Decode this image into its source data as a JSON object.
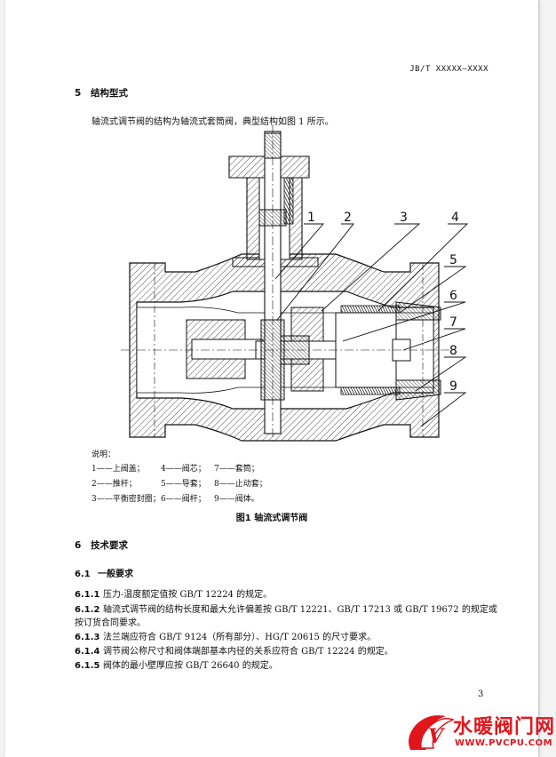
{
  "header": {
    "standard_code": "JB/T XXXXX—XXXX"
  },
  "section5": {
    "number": "5",
    "title": "结构型式",
    "intro": "轴流式调节阀的结构为轴流式套筒阀，典型结构如图 1 所示。"
  },
  "figure": {
    "labels": [
      "1",
      "2",
      "3",
      "4",
      "5",
      "6",
      "7",
      "8",
      "9"
    ],
    "legend_title": "说明：",
    "legend": [
      [
        "1——上阀盖；",
        "4——阀芯；",
        "7——套筒；"
      ],
      [
        "2——推杆；",
        "5——导套；",
        "8——止动套；"
      ],
      [
        "3——平衡密封圈；",
        "6——阀杆；",
        "9——阀体。"
      ]
    ],
    "caption": "图1   轴流式调节阀"
  },
  "section6": {
    "number": "6",
    "title": "技术要求",
    "sub": {
      "number": "6.1",
      "title": "一般要求"
    },
    "clauses": [
      {
        "number": "6.1.1",
        "text": "压力-温度额定值按 GB/T 12224 的规定。"
      },
      {
        "number": "6.1.2",
        "text": "轴流式调节阀的结构长度和最大允许偏差按 GB/T 12221、GB/T 17213 或 GB/T 19672 的规定或",
        "cont": "按订货合同要求。"
      },
      {
        "number": "6.1.3",
        "text": "法兰端应符合 GB/T 9124（所有部分）、HG/T 20615 的尺寸要求。"
      },
      {
        "number": "6.1.4",
        "text": "调节阀公称尺寸和阀体端部基本内径的关系应符合 GB/T 12224 的规定。"
      },
      {
        "number": "6.1.5",
        "text": "阀体的最小壁厚应按 GB/T 26640 的规定。"
      }
    ]
  },
  "page_number": "3",
  "watermark": {
    "name": "水暖阀门网",
    "url": "WWW.PVCPU.COM"
  },
  "colors": {
    "watermark": "#e1161d",
    "ink": "#111111"
  }
}
